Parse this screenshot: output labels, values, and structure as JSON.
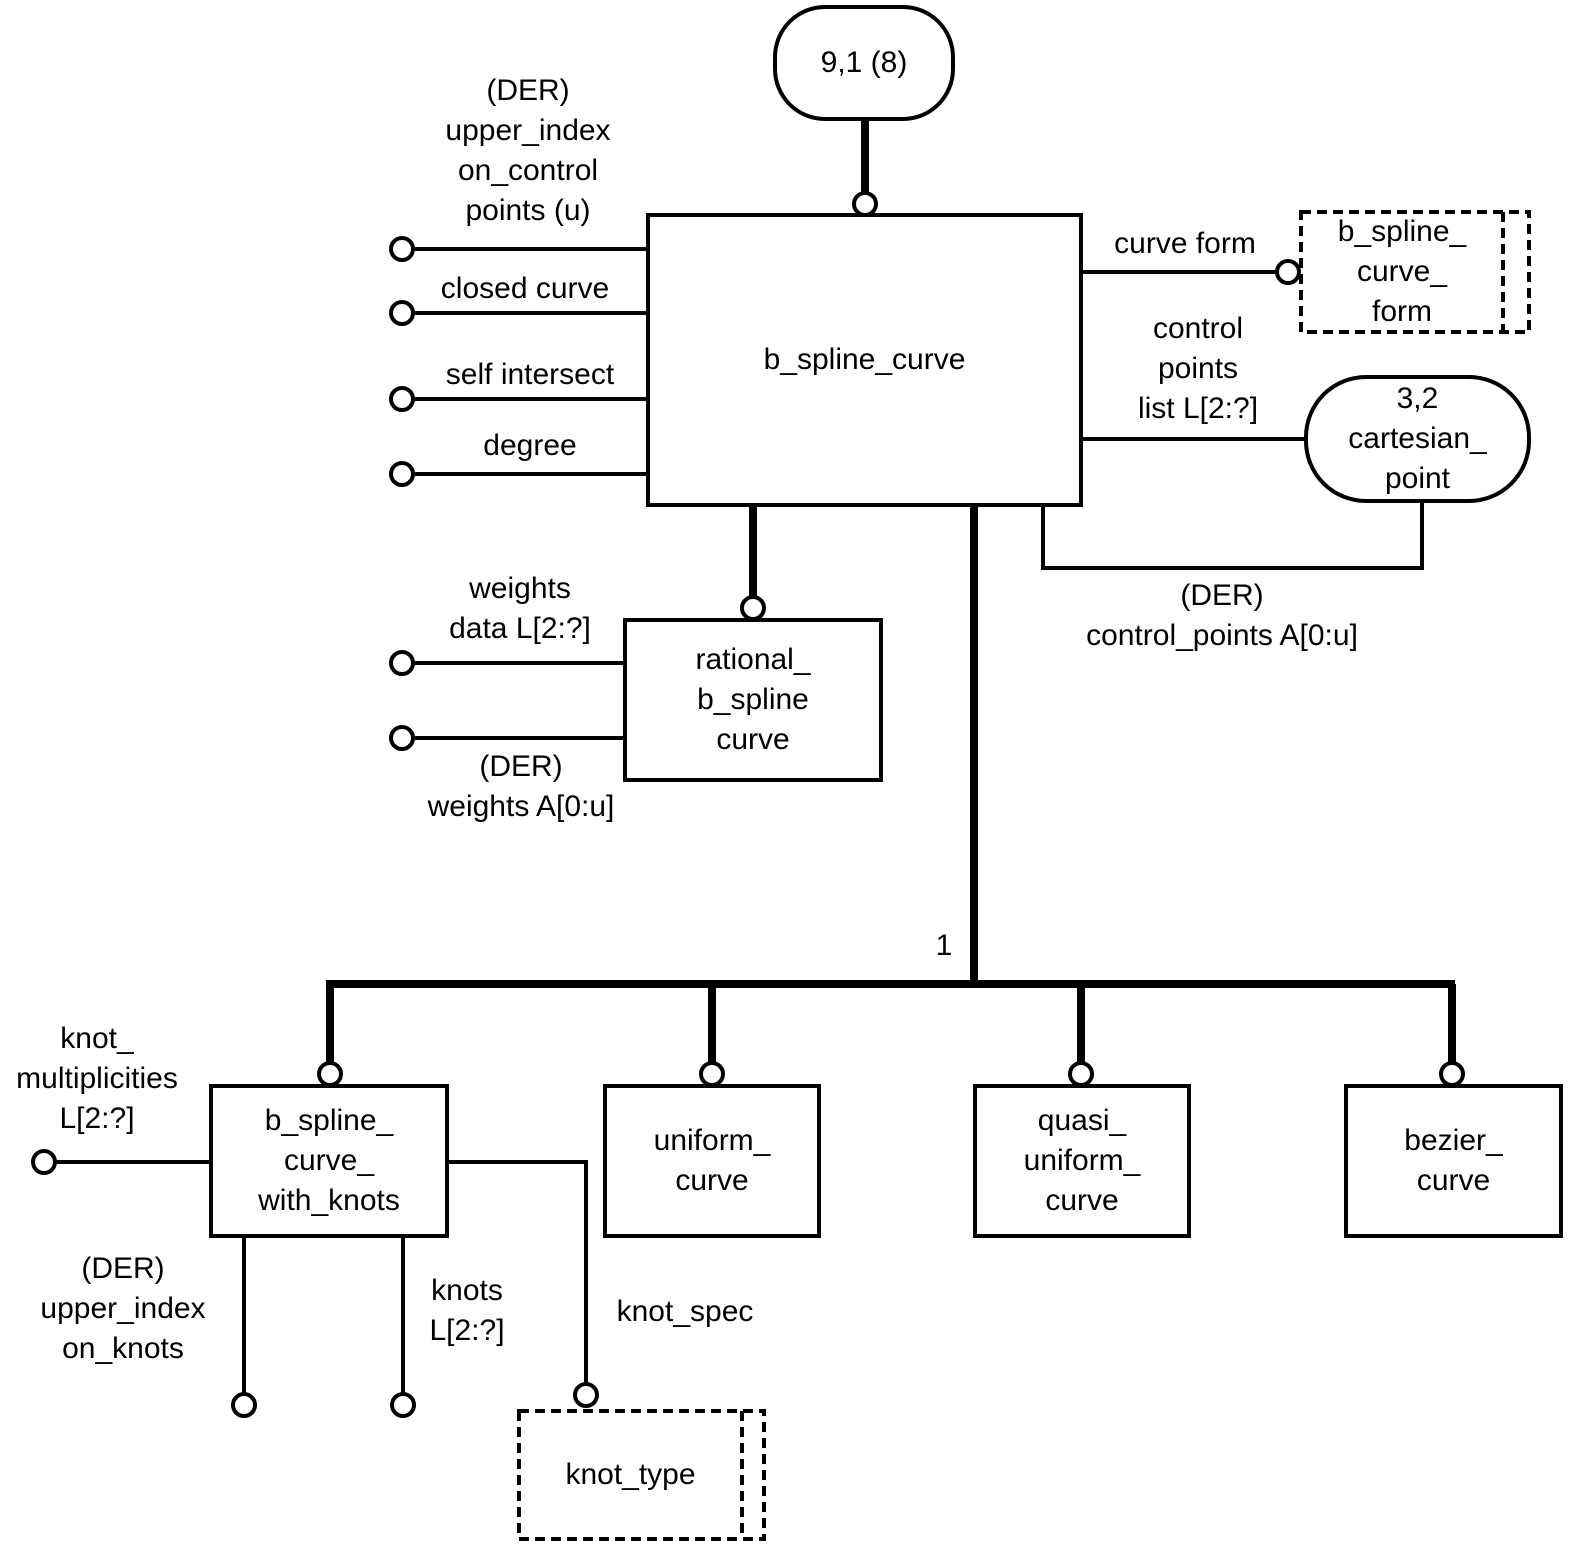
{
  "diagram": {
    "type": "EXPRESS-G entity diagram",
    "colors": {
      "stroke": "#000000",
      "background": "#ffffff"
    },
    "page_reference": "9,1 (8)",
    "main_entity": "b_spline_curve",
    "attributes_left": [
      {
        "label": "(DER)\nupper_index\non_control\npoints (u)"
      },
      {
        "label": "closed curve"
      },
      {
        "label": "self intersect"
      },
      {
        "label": "degree"
      }
    ],
    "attributes_right": {
      "curve_form_label": "curve form",
      "curve_form_type": "b_spline_\ncurve_\nform",
      "control_points_label": "control\npoints\nlist L[2:?]",
      "cartesian_point_ref": "3,2\ncartesian_\npoint",
      "derived_control_points": "(DER)\ncontrol_points A[0:u]"
    },
    "rational": {
      "entity": "rational_\nb_spline\ncurve",
      "weights_data": "weights\ndata L[2:?]",
      "derived_weights": "(DER)\nweights A[0:u]"
    },
    "subtype_cardinality": "1",
    "subtypes": [
      {
        "name": "b_spline_\ncurve_\nwith_knots"
      },
      {
        "name": "uniform_\ncurve"
      },
      {
        "name": "quasi_\nuniform_\ncurve"
      },
      {
        "name": "bezier_\ncurve"
      }
    ],
    "knots": {
      "multiplicities": "knot_\nmultiplicities\nL[2:?]",
      "upper_index": "(DER)\nupper_index\non_knots",
      "knots_list": "knots\nL[2:?]",
      "knot_spec_label": "knot_spec",
      "knot_type": "knot_type"
    }
  }
}
